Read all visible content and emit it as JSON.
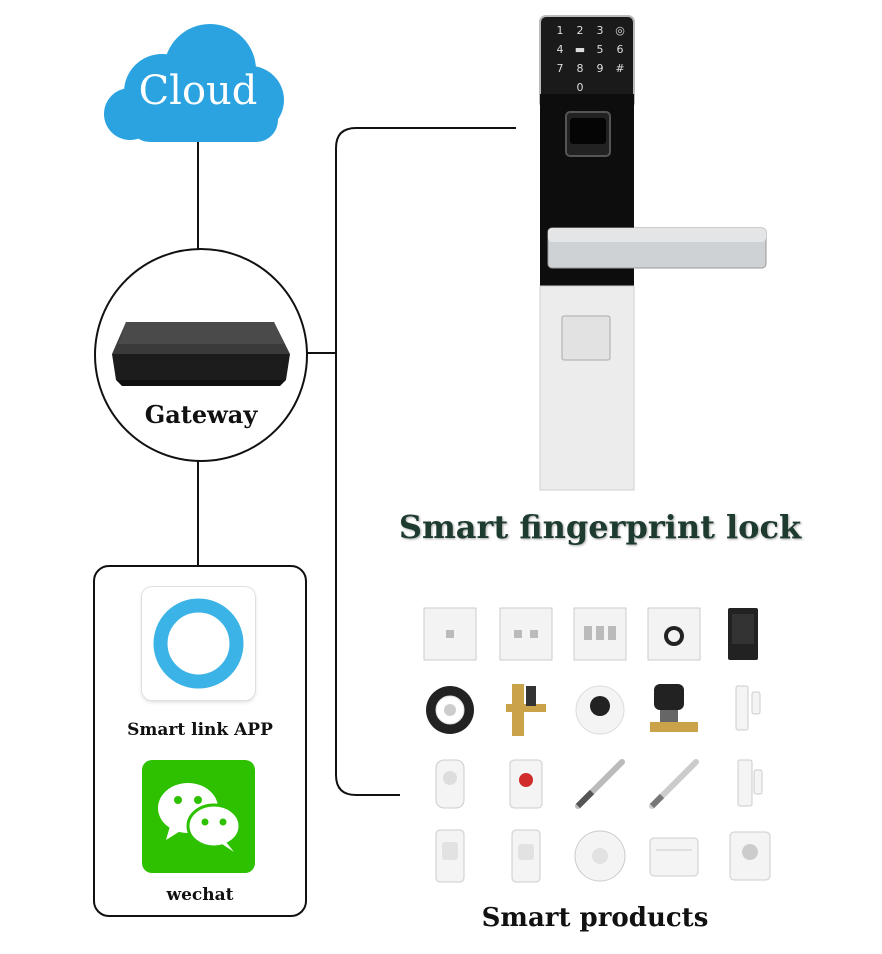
{
  "cloud": {
    "label": "Cloud",
    "color": "#2aa3e0"
  },
  "gateway": {
    "label": "Gateway"
  },
  "apps": {
    "smartlink": {
      "label": "Smart link APP",
      "ring_color": "#3bb3e6"
    },
    "wechat": {
      "label": "wechat",
      "color": "#2dc100"
    }
  },
  "lock": {
    "label": "Smart fingerprint lock",
    "keypad": [
      "1",
      "2",
      "3",
      "4",
      "5",
      "6",
      "7",
      "8",
      "9",
      "0",
      "#"
    ]
  },
  "products": {
    "label": "Smart products"
  }
}
